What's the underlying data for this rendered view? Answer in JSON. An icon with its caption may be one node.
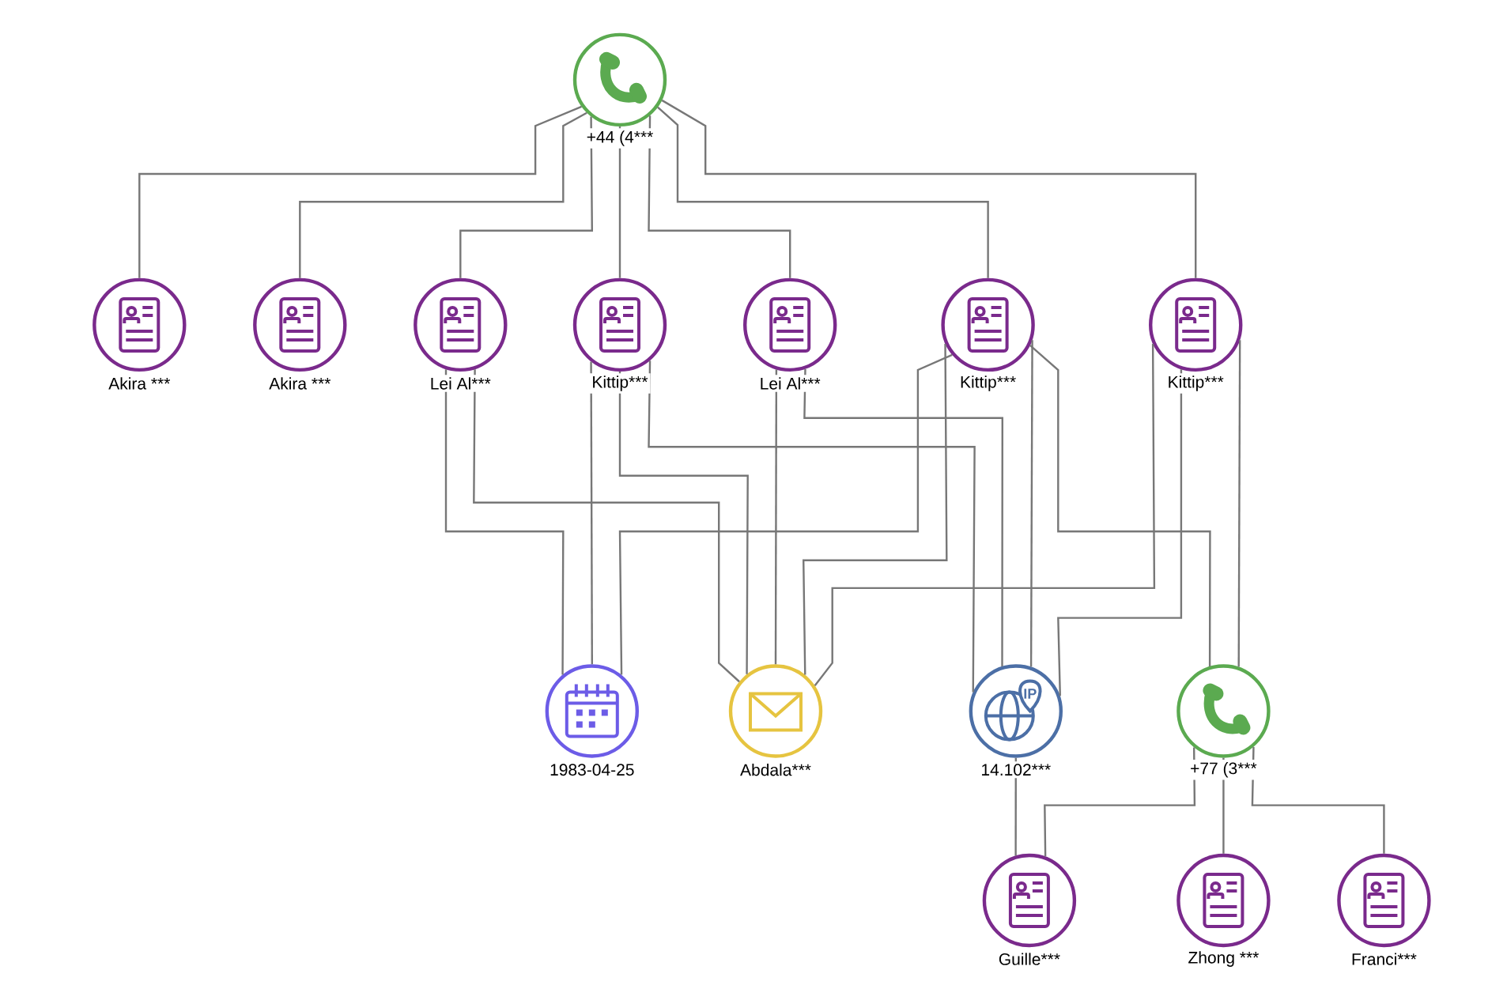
{
  "diagram": {
    "nodes": [
      {
        "text": [
          "+44 (4***"
        ]
      },
      {
        "text": [
          "Akira ***"
        ]
      },
      {
        "text": [
          "Akira ***"
        ]
      },
      {
        "text": [
          "Lei Al***"
        ]
      },
      {
        "text": [
          "Kittip***"
        ]
      },
      {
        "text": [
          "Lei Al***"
        ]
      },
      {
        "text": [
          "Kittip***"
        ]
      },
      {
        "text": [
          "Kittip***"
        ]
      },
      {
        "text": [
          "1983-04-25"
        ]
      },
      {
        "text": [
          "Abdala***"
        ]
      },
      {
        "text": [
          "14.102***"
        ]
      },
      {
        "text": [
          "+77 (3***"
        ]
      },
      {
        "text": [
          "Guille***"
        ]
      },
      {
        "text": [
          "Zhong ***"
        ]
      },
      {
        "text": [
          "Franci***"
        ]
      }
    ],
    "edges": [
      {
        "from": 0,
        "to": 1,
        "arrow": "none"
      },
      {
        "from": 0,
        "to": 2,
        "arrow": "none"
      },
      {
        "from": 0,
        "to": 3,
        "arrow": "none"
      },
      {
        "from": 0,
        "to": 4,
        "arrow": "none"
      },
      {
        "from": 0,
        "to": 5,
        "arrow": "none"
      },
      {
        "from": 0,
        "to": 6,
        "arrow": "none"
      },
      {
        "from": 0,
        "to": 7,
        "arrow": "none"
      },
      {
        "from": 3,
        "to": 8,
        "arrow": "none"
      },
      {
        "from": 3,
        "to": 9,
        "arrow": "none"
      },
      {
        "from": 4,
        "to": 8,
        "arrow": "none"
      },
      {
        "from": 4,
        "to": 9,
        "arrow": "none"
      },
      {
        "from": 4,
        "to": 10,
        "arrow": "none"
      },
      {
        "from": 5,
        "to": 9,
        "arrow": "none"
      },
      {
        "from": 5,
        "to": 10,
        "arrow": "none"
      },
      {
        "from": 6,
        "to": 8,
        "arrow": "none"
      },
      {
        "from": 6,
        "to": 9,
        "arrow": "none"
      },
      {
        "from": 6,
        "to": 10,
        "arrow": "none"
      },
      {
        "from": 6,
        "to": 11,
        "arrow": "none"
      },
      {
        "from": 7,
        "to": 9,
        "arrow": "none"
      },
      {
        "from": 7,
        "to": 10,
        "arrow": "none"
      },
      {
        "from": 7,
        "to": 11,
        "arrow": "none"
      },
      {
        "from": 10,
        "to": 12,
        "arrow": "none"
      },
      {
        "from": 11,
        "to": 12,
        "arrow": "none"
      },
      {
        "from": 11,
        "to": 13,
        "arrow": "none"
      },
      {
        "from": 11,
        "to": 14,
        "arrow": "none"
      }
    ],
    "labels": [
      "IP"
    ]
  }
}
